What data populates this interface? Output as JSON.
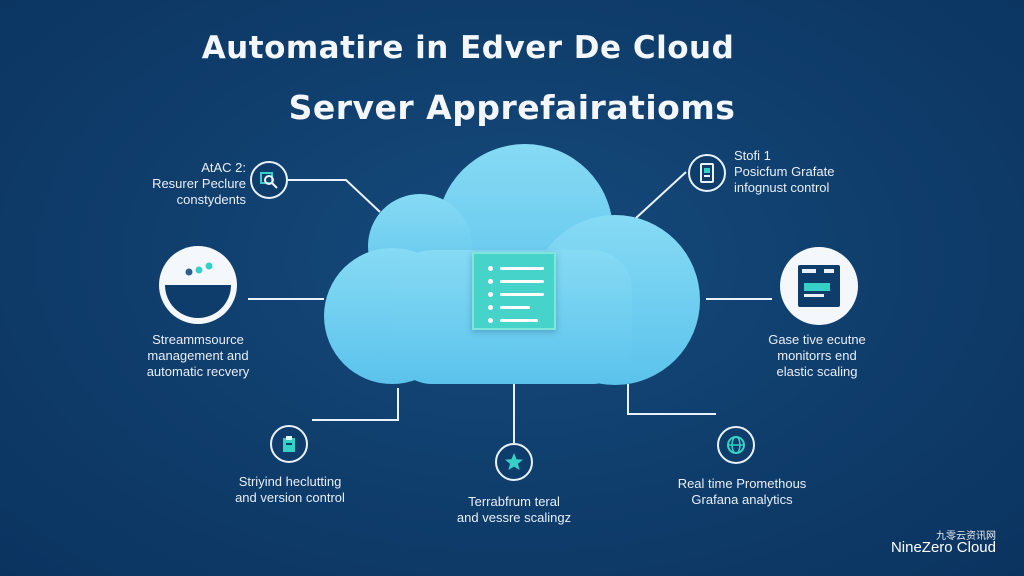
{
  "title": {
    "line1": "Automatire in Edver De Cloud",
    "line2": "Server Apprefairatioms"
  },
  "nodes": {
    "top_left": {
      "lines": [
        "AtAC 2:",
        "Resurer Peclure",
        "constydents"
      ],
      "icon": "search-monitor-icon"
    },
    "mid_left": {
      "lines": [
        "Streammsource",
        "management and",
        "automatic recvery"
      ],
      "icon": "bowl-dots-icon"
    },
    "bottom_left": {
      "lines": [
        "Striyind heclutting",
        "and version control"
      ],
      "icon": "clipboard-icon"
    },
    "bottom_center": {
      "lines": [
        "Terrabfrum teral",
        "and vessre scalingz"
      ],
      "icon": "star-icon"
    },
    "bottom_right": {
      "lines": [
        "Real time Promethous",
        "Grafana analytics"
      ],
      "icon": "globe-icon"
    },
    "mid_right": {
      "lines": [
        "Gase tive ecutne",
        "monitorrs end",
        "elastic scaling"
      ],
      "icon": "dashboard-window-icon"
    },
    "top_right": {
      "lines": [
        "Stofi 1",
        "Posicfum Grafate",
        "infognust control"
      ],
      "icon": "mobile-device-icon"
    }
  },
  "center_icon": "document-list-icon",
  "brand": {
    "name": "NineZero Cloud",
    "sub": "九零云资讯网"
  },
  "colors": {
    "background": "#0f3d6b",
    "cloud": "#6fcdef",
    "document": "#46d3c9",
    "accent": "#37d0c6",
    "line": "#e9f2fb"
  }
}
